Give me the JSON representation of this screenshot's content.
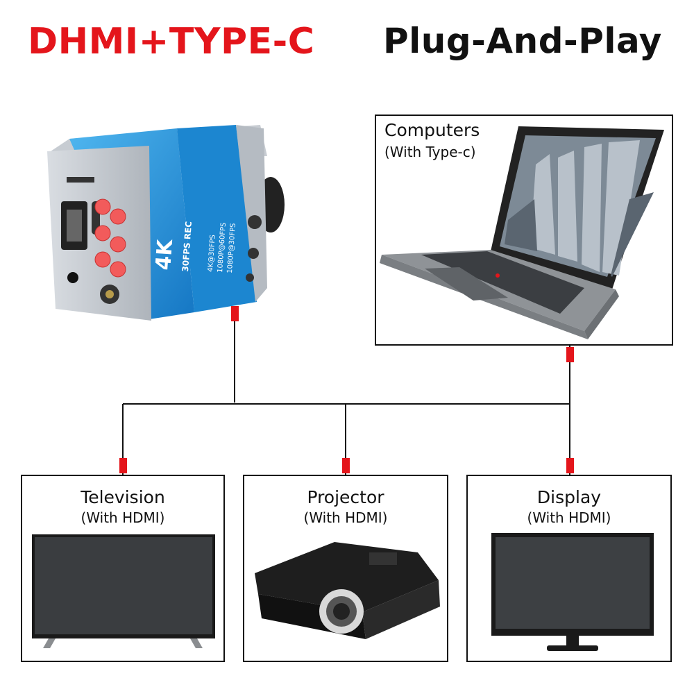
{
  "header": {
    "left_title": "DHMI+TYPE-C",
    "right_title": "Plug-And-Play"
  },
  "camera": {
    "badge": "4K",
    "lines": [
      "30FPS REC",
      "4K@30FPS",
      "1080P@60FPS",
      "1080P@30FPS"
    ]
  },
  "targets": {
    "computer": {
      "title": "Computers",
      "subtitle": "(With Type-c)"
    },
    "television": {
      "title": "Television",
      "subtitle": "(With HDMI)"
    },
    "projector": {
      "title": "Projector",
      "subtitle": "(With HDMI)"
    },
    "display": {
      "title": "Display",
      "subtitle": "(With HDMI)"
    }
  },
  "colors": {
    "accent_red": "#e4151b",
    "camera_blue": "#1a8fd6",
    "line": "#111111"
  }
}
